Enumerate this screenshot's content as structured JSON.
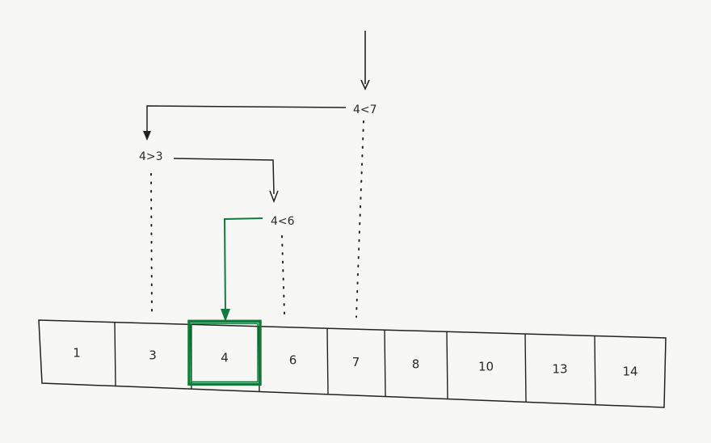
{
  "diagram": {
    "array_values": [
      "1",
      "3",
      "4",
      "6",
      "7",
      "8",
      "10",
      "13",
      "14"
    ],
    "comparisons": [
      "4<7",
      "4>3",
      "4<6"
    ],
    "found_index": 2,
    "colors": {
      "ink": "#222222",
      "highlight": "#137a3c",
      "paper": "#f7f7f5"
    }
  }
}
